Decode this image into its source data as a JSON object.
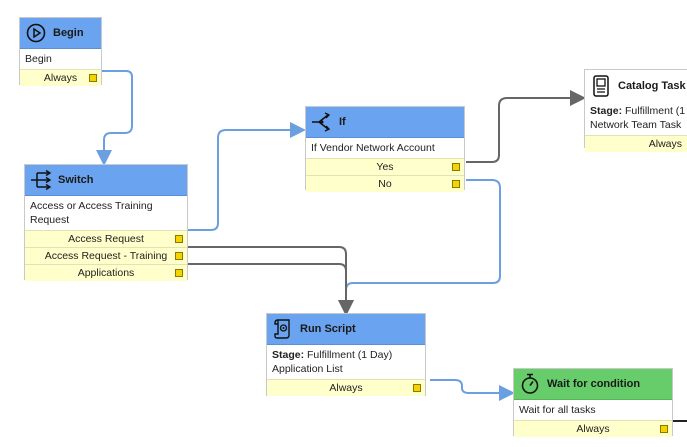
{
  "colors": {
    "header_blue": "#6aa3ef",
    "header_green": "#67cd6a",
    "port_bg": "#ffffcc",
    "port_handle": "#f5d300",
    "line_blue": "#6a9fe0",
    "line_gray": "#666666"
  },
  "nodes": {
    "begin": {
      "title": "Begin",
      "icon": "play-circle-icon",
      "body": "Begin",
      "ports": [
        "Always"
      ]
    },
    "switch": {
      "title": "Switch",
      "icon": "switch-icon",
      "body": "Access or Access Training Request",
      "ports": [
        "Access Request",
        "Access Request - Training",
        "Applications"
      ]
    },
    "if": {
      "title": "If",
      "icon": "branch-icon",
      "body": "If Vendor Network Account",
      "ports": [
        "Yes",
        "No"
      ]
    },
    "catalog_task": {
      "title": "Catalog Task",
      "icon": "catalog-task-icon",
      "stage_label": "Stage:",
      "stage_value": "Fulfillment (1",
      "line2": "Network Team Task",
      "ports": [
        "Always"
      ]
    },
    "run_script": {
      "title": "Run Script",
      "icon": "script-icon",
      "stage_label": "Stage:",
      "stage_value": "Fulfillment (1 Day)",
      "line2": "Application List",
      "ports": [
        "Always"
      ]
    },
    "wait": {
      "title": "Wait for condition",
      "icon": "timer-icon",
      "body": "Wait for all tasks",
      "ports": [
        "Always"
      ]
    }
  }
}
